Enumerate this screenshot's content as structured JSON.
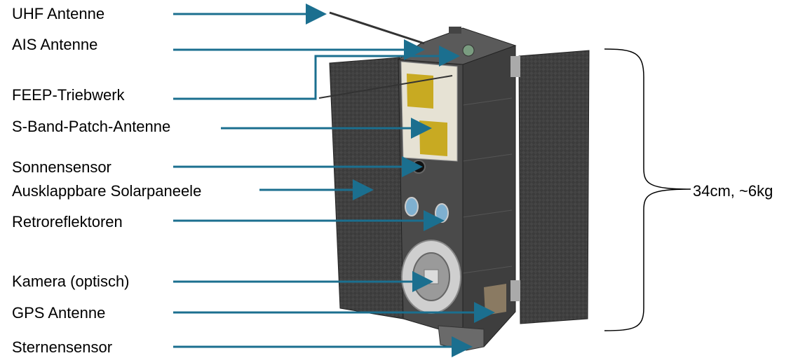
{
  "labels": {
    "uhf": "UHF Antenne",
    "ais": "AIS Antenne",
    "feep": "FEEP-Triebwerk",
    "sband": "S-Band-Patch-Antenne",
    "sun": "Sonnensensor",
    "solar": "Ausklappbare Solarpaneele",
    "retro": "Retroreflektoren",
    "camera": "Kamera (optisch)",
    "gps": "GPS Antenne",
    "star": "Sternensensor"
  },
  "dimension": "34cm, ~6kg",
  "colors": {
    "arrow": "#1b6f8f",
    "panel": "#3a3a3a",
    "body": "#4a4a4a",
    "patch": "#c8aa22",
    "plate": "#e6e2d4"
  }
}
